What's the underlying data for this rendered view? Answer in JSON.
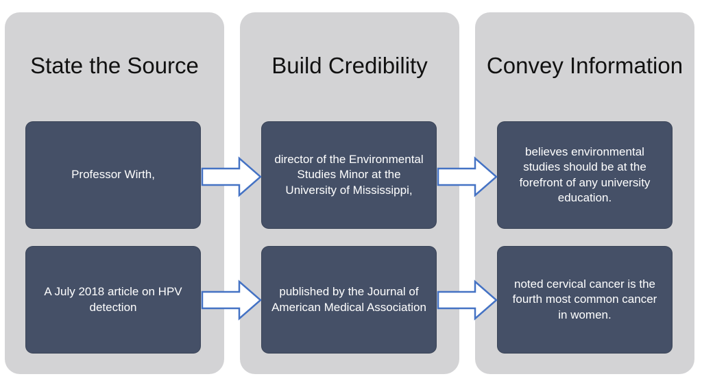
{
  "columns": [
    {
      "title": "State the Source"
    },
    {
      "title": "Build Credibility"
    },
    {
      "title": "Convey Information"
    }
  ],
  "rows": [
    {
      "source": "Professor Wirth,",
      "credibility": "director of the Environmental Studies Minor at the University of Mississippi,",
      "information": "believes environmental studies should be at the forefront of any university education."
    },
    {
      "source": "A July 2018 article on HPV detection",
      "credibility": "published by the Journal of American Medical Association",
      "information": "noted cervical cancer is the fourth most common cancer in women."
    }
  ],
  "colors": {
    "column_background": "#d3d3d5",
    "box_fill": "#455067",
    "arrow_fill": "#ffffff",
    "arrow_stroke": "#4472c4"
  }
}
